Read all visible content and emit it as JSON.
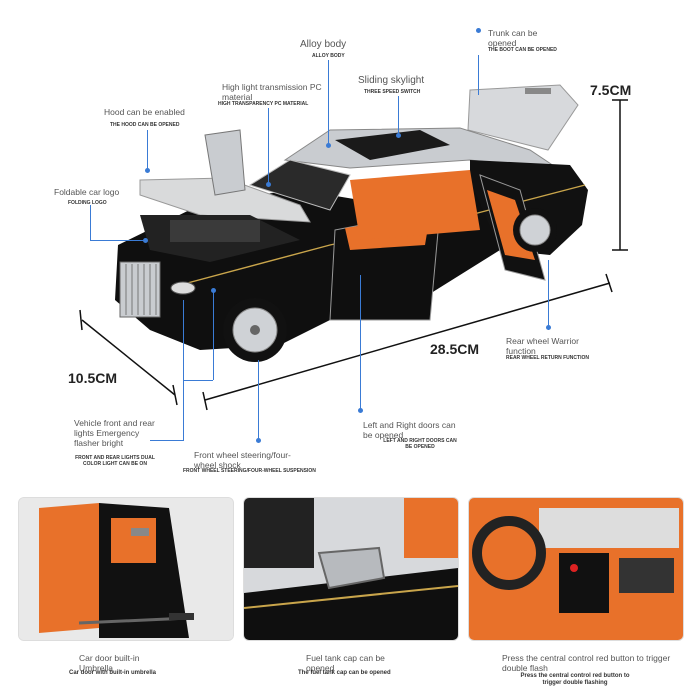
{
  "dimensions": {
    "height": "7.5CM",
    "length": "28.5CM",
    "width": "10.5CM"
  },
  "callouts": {
    "alloy_body": {
      "label": "Alloy body",
      "sub": "ALLOY BODY"
    },
    "trunk": {
      "label": "Trunk can be opened",
      "sub": "THE BOOT CAN BE OPENED"
    },
    "transmission": {
      "label": "High light transmission PC material",
      "sub": "HIGH TRANSPARENCY PC MATERIAL"
    },
    "skylight": {
      "label": "Sliding skylight",
      "sub": "THREE SPEED SWITCH"
    },
    "hood": {
      "label": "Hood can be enabled",
      "sub": "THE HOOD CAN BE OPENED"
    },
    "logo": {
      "label": "Foldable car logo",
      "sub": "FOLDING LOGO"
    },
    "rear_wheel": {
      "label": "Rear wheel Warrior function",
      "sub": "REAR WHEEL RETURN FUNCTION"
    },
    "lights": {
      "label": "Vehicle front and rear lights Emergency flasher bright",
      "sub": "FRONT AND REAR LIGHTS DUAL COLOR LIGHT CAN BE ON"
    },
    "doors": {
      "label": "Left and Right doors can be opened",
      "sub": "LEFT AND RIGHT DOORS CAN BE OPENED"
    },
    "front_wheel": {
      "label": "Front wheel steering/four-wheel shock",
      "sub": "FRONT WHEEL STEERING/FOUR-WHEEL SUSPENSION"
    }
  },
  "panels": [
    {
      "label": "Car door built-in Umbrella",
      "sub": "Car door with built-in umbrella"
    },
    {
      "label": "Fuel tank cap can be opened",
      "sub": "The fuel tank cap can be opened"
    },
    {
      "label": "Press the central control red button to trigger double flash",
      "sub": "Press the central control red button to trigger double flashing"
    }
  ],
  "colors": {
    "accent": "#3a7bd5",
    "interior": "#e8712a",
    "body_black": "#111111",
    "body_silver": "#c9ccd0"
  }
}
